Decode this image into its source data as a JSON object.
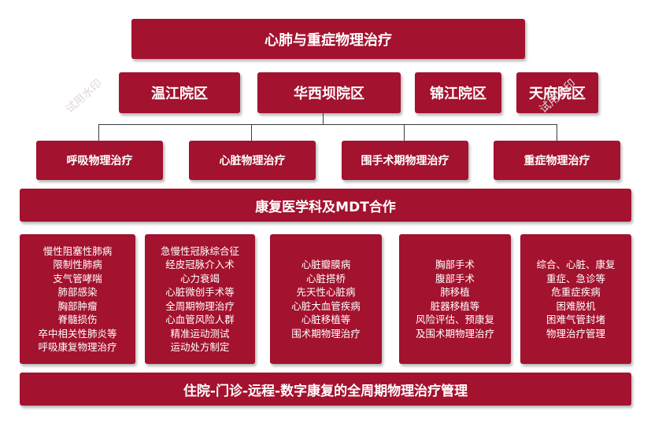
{
  "title": "心肺与重症物理治疗",
  "campuses": [
    "温江院区",
    "华西坝院区",
    "锦江院区",
    "天府院区"
  ],
  "departments": [
    "呼吸物理治疗",
    "心脏物理治疗",
    "围手术期物理治疗",
    "重症物理治疗"
  ],
  "mdt_band": "康复医学科及MDT合作",
  "cards": [
    [
      "慢性阻塞性肺病",
      "限制性肺病",
      "支气管哮喘",
      "肺部感染",
      "胸部肿瘤",
      "脊髓损伤",
      "卒中相关性肺炎等",
      "呼吸康复物理治疗"
    ],
    [
      "急慢性冠脉综合征",
      "经皮冠脉介入术",
      "心力衰竭",
      "心脏微创手术等",
      "全周期物理治疗",
      "心血管风险人群",
      "精准运动测试",
      "运动处方制定"
    ],
    [
      "心脏瓣膜病",
      "心脏搭桥",
      "先天性心脏病",
      "心脏大血管疾病",
      "心脏移植等",
      "围术期物理治疗"
    ],
    [
      "胸部手术",
      "腹部手术",
      "肺移植",
      "脏器移植等",
      "风险评估、预康复",
      "及围术期物理治疗"
    ],
    [
      "综合、心脏、康复",
      "重症、急诊等",
      "危重症疾病",
      "困难脱机",
      "困难气管封堵",
      "物理治疗管理"
    ]
  ],
  "footer": "住院-门诊-远程-数字康复的全周期物理治疗管理",
  "watermark": "试用水印",
  "colors": {
    "box": "#a3122e",
    "text": "#ffffff",
    "connector": "#3a3a3a"
  }
}
